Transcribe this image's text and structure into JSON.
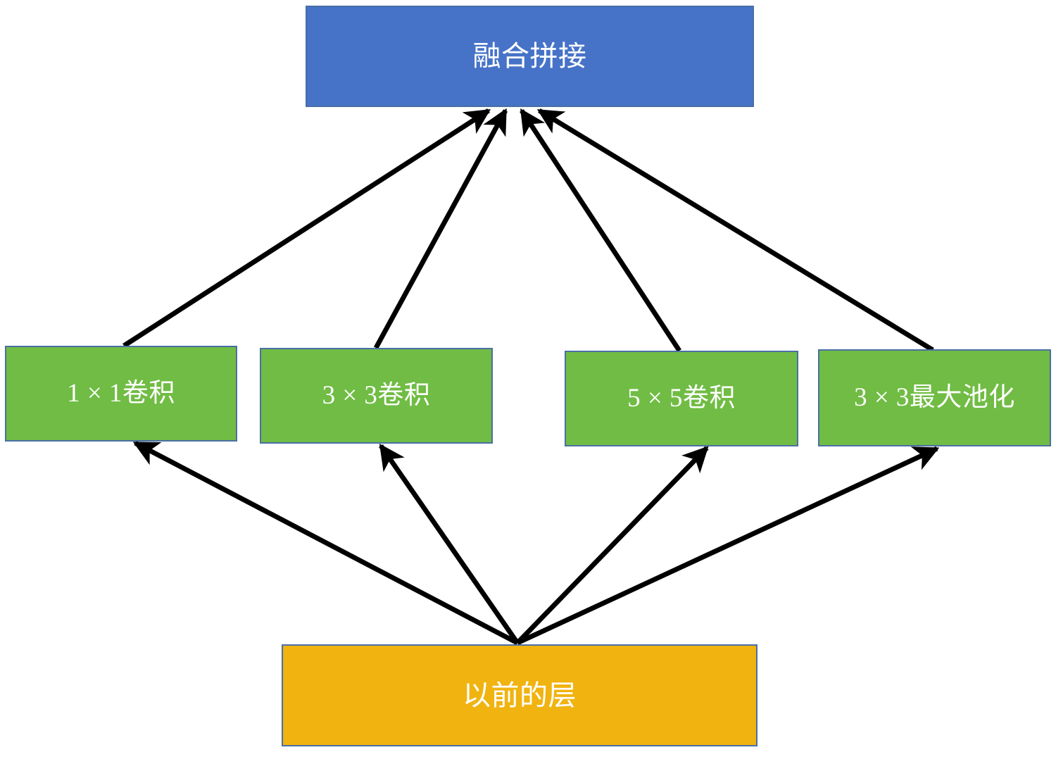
{
  "diagram": {
    "title": "Inception module structure",
    "type": "flow-diagram",
    "background": "#ffffff",
    "colors": {
      "fuse_fill": "#4673c8",
      "branch_fill": "#70bc44",
      "input_fill": "#f0b310",
      "border": "#4a6fa5",
      "edge": "#000000",
      "label_text": "#ffffff"
    },
    "nodes": {
      "fuse": {
        "label": "融合拼接",
        "role": "output-concat"
      },
      "conv1": {
        "label": "1 × 1卷积",
        "role": "branch"
      },
      "conv3": {
        "label": "3 × 3卷积",
        "role": "branch"
      },
      "conv5": {
        "label": "5 × 5卷积",
        "role": "branch"
      },
      "pool": {
        "label": "3 × 3最大池化",
        "role": "branch"
      },
      "prev": {
        "label": "以前的层",
        "role": "input"
      }
    },
    "edges": [
      {
        "from": "prev",
        "to": "conv1"
      },
      {
        "from": "prev",
        "to": "conv3"
      },
      {
        "from": "prev",
        "to": "conv5"
      },
      {
        "from": "prev",
        "to": "pool"
      },
      {
        "from": "conv1",
        "to": "fuse"
      },
      {
        "from": "conv3",
        "to": "fuse"
      },
      {
        "from": "conv5",
        "to": "fuse"
      },
      {
        "from": "pool",
        "to": "fuse"
      }
    ]
  }
}
